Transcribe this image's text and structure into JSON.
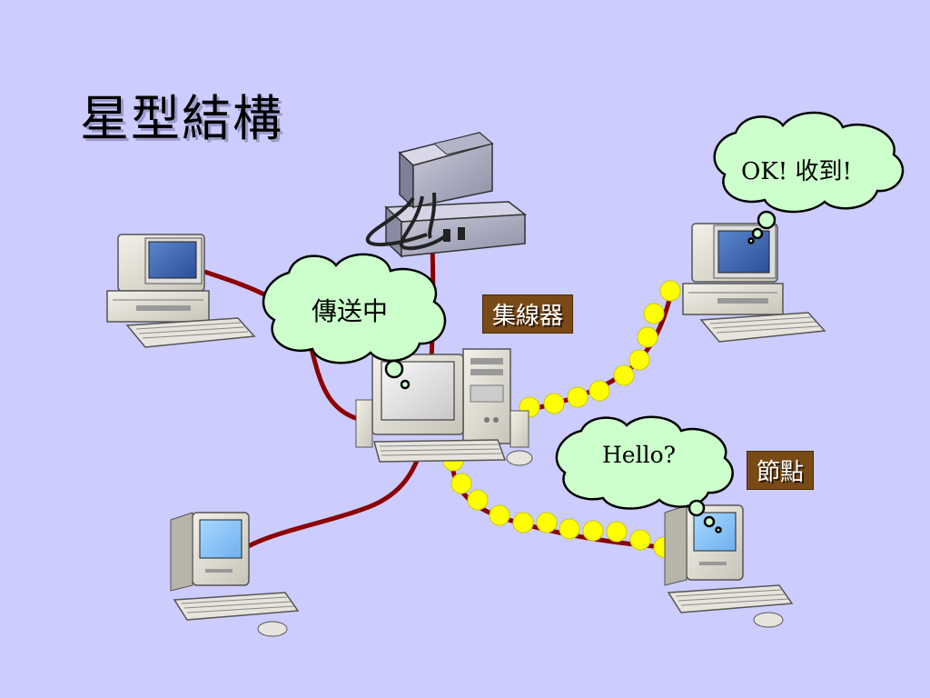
{
  "title": "星型結構",
  "labels": {
    "hub": "集線器",
    "node": "節點"
  },
  "bubbles": {
    "sending": "傳送中",
    "ok": "OK! 收到!",
    "hello": "Hello?"
  },
  "colors": {
    "background": "#ccccff",
    "cable": "#8b0000",
    "packet": "#ffff00",
    "bubble_fill": "#ccffcc",
    "tag_fill": "#7a4a16"
  },
  "icons": [
    "server-computer-icon",
    "desktop-computer-icon",
    "hub-computer-icon",
    "mac-computer-icon",
    "packet-dot-icon",
    "thought-bubble-icon"
  ]
}
